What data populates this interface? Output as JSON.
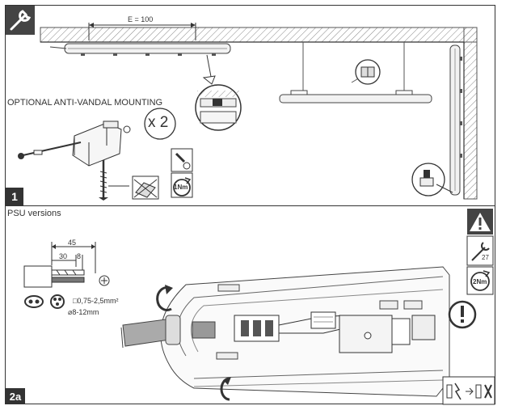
{
  "panel1": {
    "step_number": "1",
    "dimension_label": "E = 100",
    "anti_vandal_title": "OPTIONAL ANTI-VANDAL MOUNTING",
    "quantity_label": "x 2",
    "torque_label": "1Nm"
  },
  "panel2": {
    "step_number": "2a",
    "title": "PSU versions",
    "dim_total": "45",
    "dim_a": "30",
    "dim_b": "8",
    "wire_section": "□0,75-2,5mm²",
    "cable_diameter": "⌀8-12mm",
    "wrench_size": "27",
    "torque_label": "2Nm"
  },
  "icons": [
    "wrench-icon",
    "screwdriver-icon",
    "torque-icon",
    "warning-icon",
    "caution-icon",
    "disconnect-icon"
  ]
}
